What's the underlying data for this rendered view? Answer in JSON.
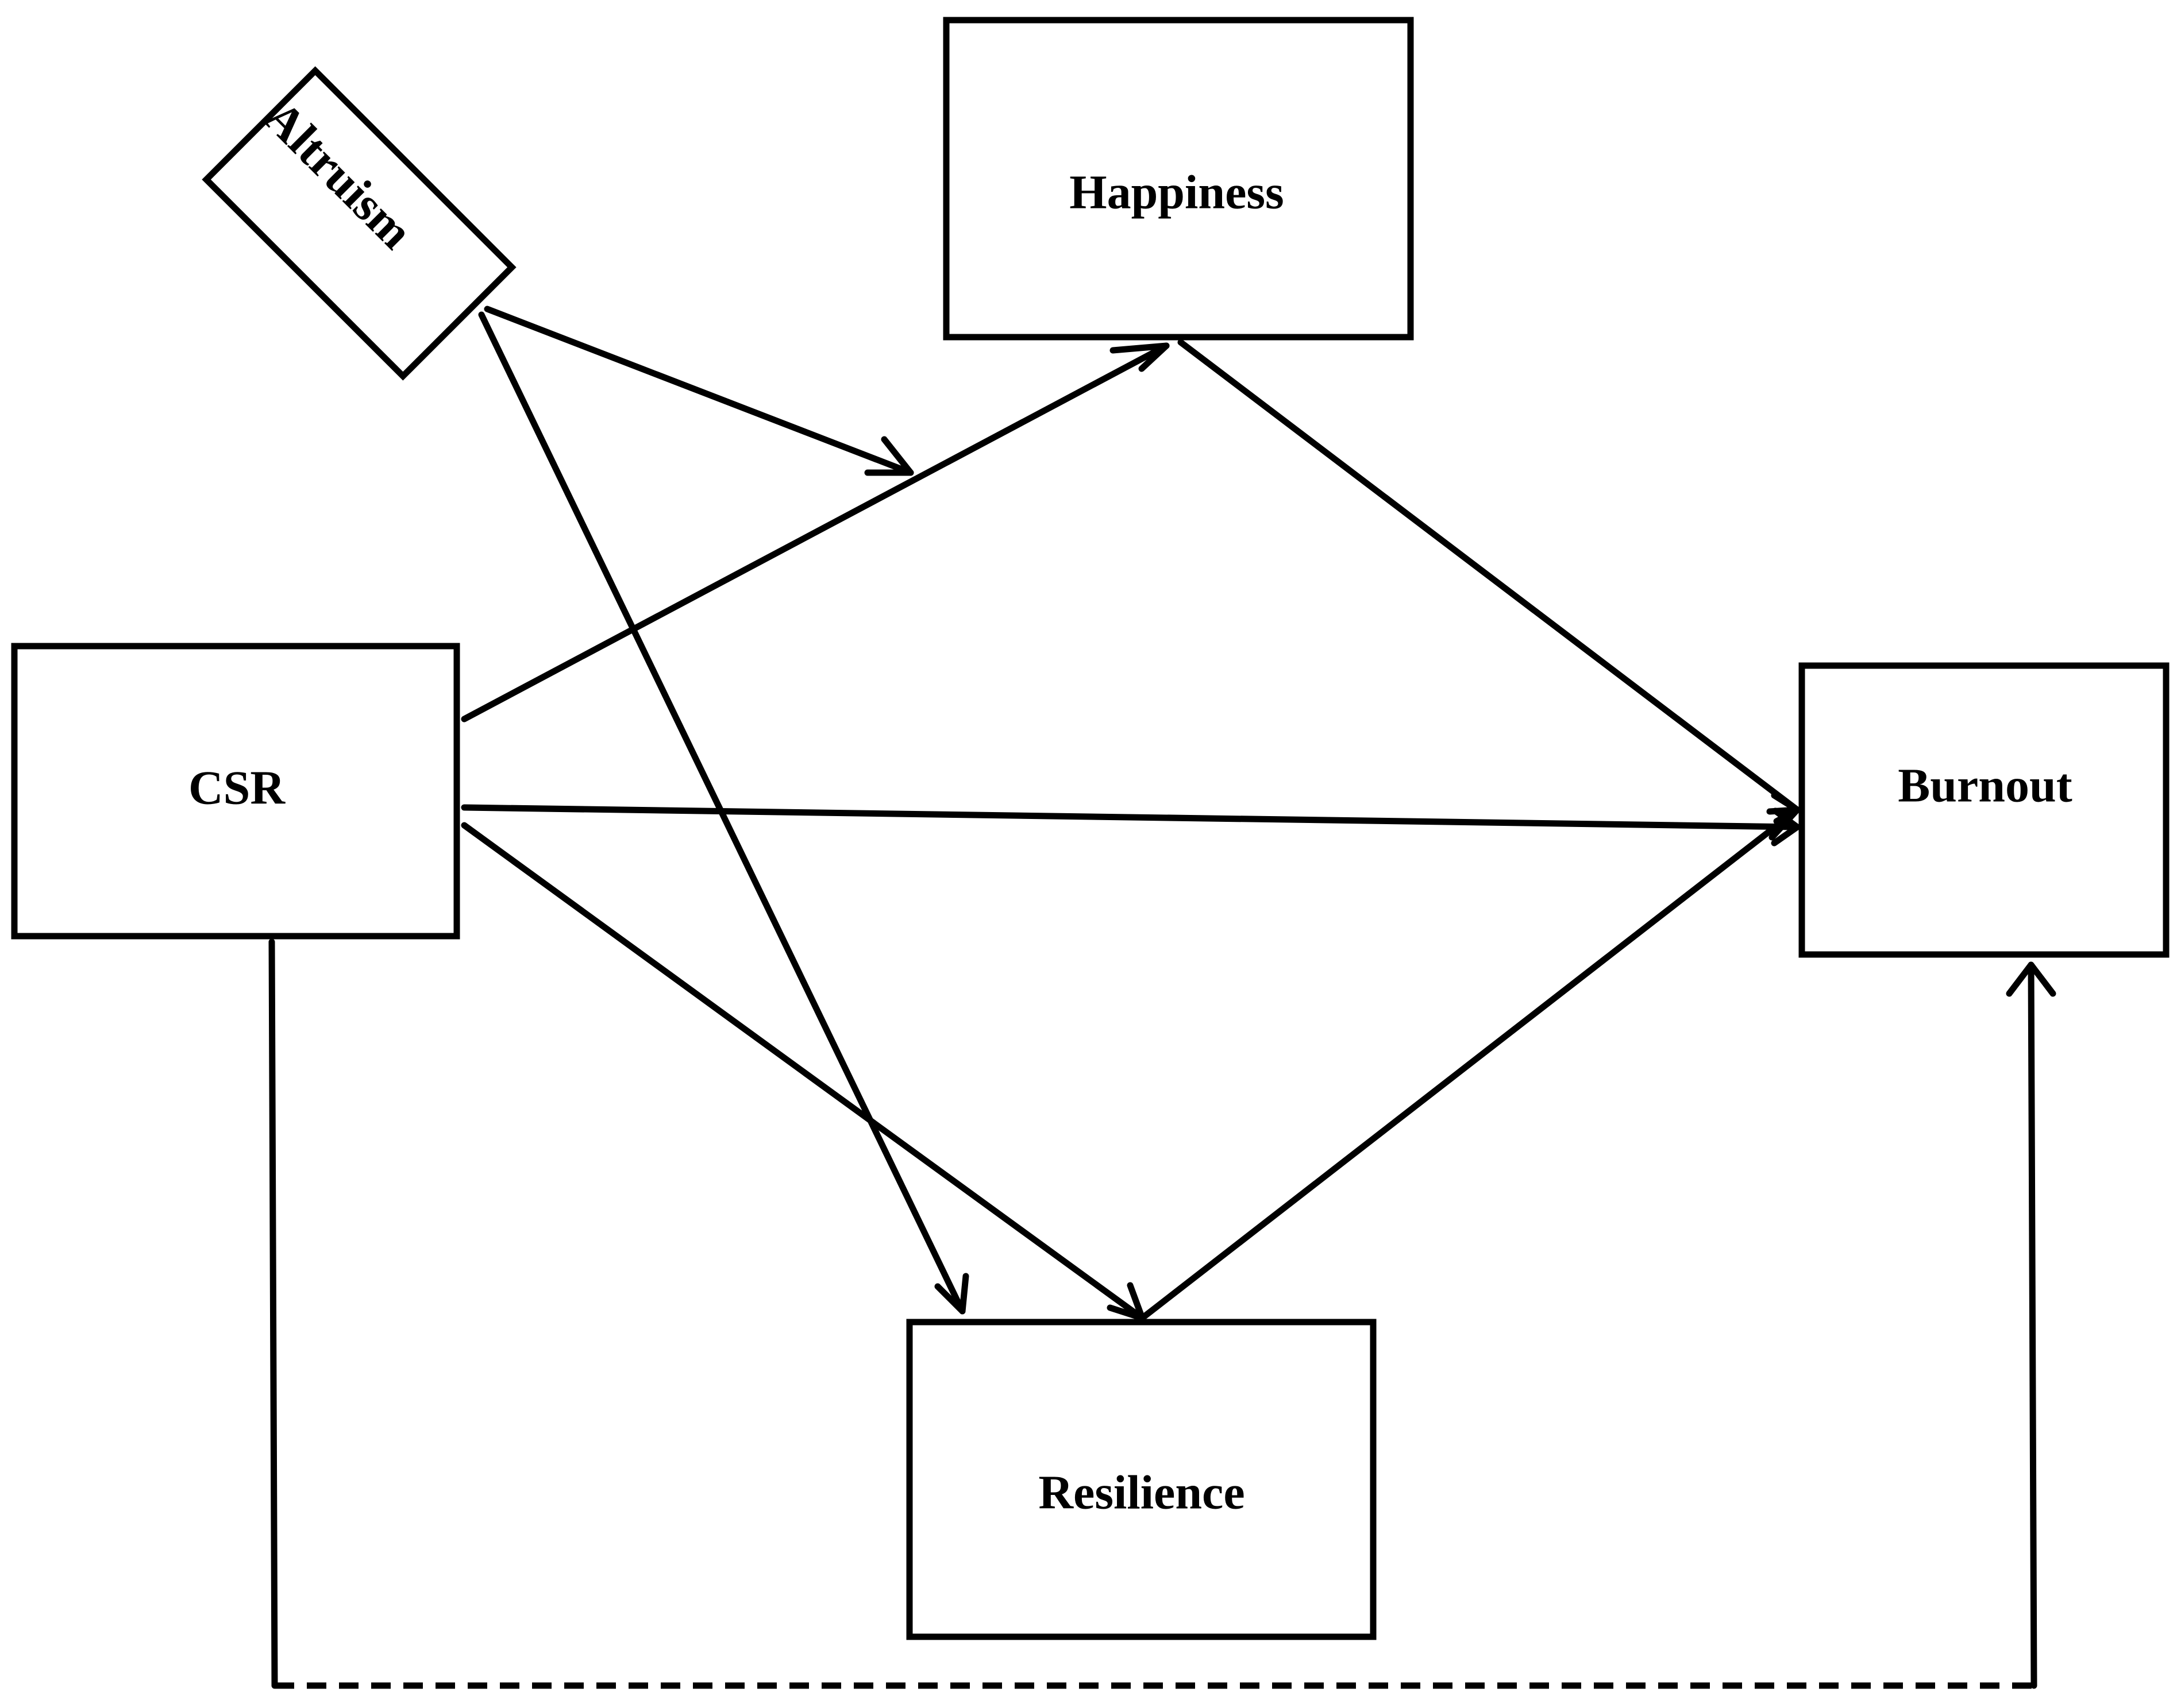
{
  "diagram": {
    "nodes": {
      "altruism": "Altruism",
      "happiness": "Happiness",
      "csr": "CSR",
      "burnout": "Burnout",
      "resilience": "Resilience"
    },
    "edges": [
      {
        "from": "CSR",
        "to": "Happiness",
        "style": "solid"
      },
      {
        "from": "CSR",
        "to": "Burnout",
        "style": "solid"
      },
      {
        "from": "CSR",
        "to": "Resilience",
        "style": "solid"
      },
      {
        "from": "Happiness",
        "to": "Burnout",
        "style": "solid"
      },
      {
        "from": "Resilience",
        "to": "Burnout",
        "style": "solid"
      },
      {
        "from": "Altruism",
        "to": "CSR → Happiness path",
        "style": "solid"
      },
      {
        "from": "Altruism",
        "to": "Resilience",
        "style": "solid"
      },
      {
        "from": "CSR",
        "to": "Burnout",
        "style": "dashed"
      }
    ],
    "colors": {
      "stroke": "#000000",
      "background": "#ffffff"
    }
  }
}
